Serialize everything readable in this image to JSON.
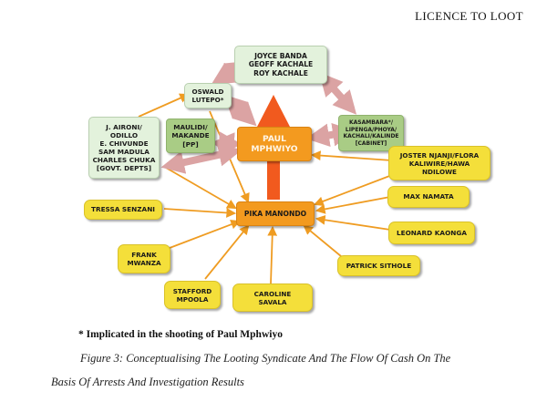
{
  "header": {
    "title": "LICENCE TO LOOT"
  },
  "diagram": {
    "nodes": {
      "banda": "JOYCE BANDA\nGEOFF KACHALE\nROY KACHALE",
      "lutepo": "OSWALD\nLUTEPO*",
      "govt": "J. AIRONI/\nODILLO\nE. CHIVUNDE\nSAM MADULA\nCHARLES CHUKA\n[GOVT. DEPTS]",
      "makande": "MAULIDI/\nMAKANDE\n[PP]",
      "mphwiyo": "PAUL\nMPHWIYO",
      "cabinet": "KASAMBARA*/\nLIPENGA/PHOYA/\nKACHALI/KALINDE\n[CABINET]",
      "njanji": "JOSTER NJANJI/FLORA\nKALIWIRE/HAWA\nNDILOWE",
      "namata": "MAX NAMATA",
      "manondo": "PIKA MANONDO",
      "senzani": "TRESSA SENZANI",
      "kaonga": "LEONARD KAONGA",
      "mwanza": "FRANK\nMWANZA",
      "sithole": "PATRICK SITHOLE",
      "mpoola": "STAFFORD\nMPOOLA",
      "savala": "CAROLINE\nSAVALA"
    },
    "colors": {
      "orange": "#f39a1f",
      "yellow": "#f4df3a",
      "green_light": "#e3f2dc",
      "green_mid": "#a9cc85",
      "pink_arrow": "#dba3a3",
      "orange_arrow": "#ef9c22",
      "red_arrow": "#f15a1e"
    }
  },
  "footnote": "* Implicated in the shooting of Paul Mphwiyo",
  "caption": {
    "line1": "Figure 3: Conceptualising The Looting Syndicate And The Flow Of Cash On The",
    "line2": "Basis Of Arrests And Investigation Results"
  }
}
